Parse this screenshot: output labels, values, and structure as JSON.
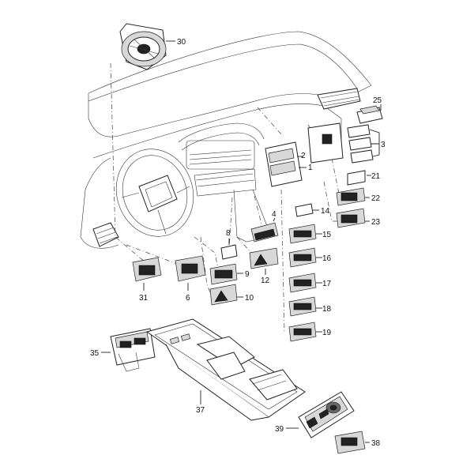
{
  "parts": [
    {
      "id": "p30",
      "label": "30"
    },
    {
      "id": "p25",
      "label": "25"
    },
    {
      "id": "p3",
      "label": "3"
    },
    {
      "id": "p2",
      "label": "2"
    },
    {
      "id": "p1",
      "label": "1"
    },
    {
      "id": "p21",
      "label": "21"
    },
    {
      "id": "p22",
      "label": "22"
    },
    {
      "id": "p23",
      "label": "23"
    },
    {
      "id": "p14",
      "label": "14"
    },
    {
      "id": "p4",
      "label": "4"
    },
    {
      "id": "p15",
      "label": "15"
    },
    {
      "id": "p8",
      "label": "8"
    },
    {
      "id": "p16",
      "label": "16"
    },
    {
      "id": "p12",
      "label": "12"
    },
    {
      "id": "p9",
      "label": "9"
    },
    {
      "id": "p17",
      "label": "17"
    },
    {
      "id": "p31",
      "label": "31"
    },
    {
      "id": "p6",
      "label": "6"
    },
    {
      "id": "p10",
      "label": "10"
    },
    {
      "id": "p18",
      "label": "18"
    },
    {
      "id": "p19",
      "label": "19"
    },
    {
      "id": "p35",
      "label": "35"
    },
    {
      "id": "p37",
      "label": "37"
    },
    {
      "id": "p39",
      "label": "39"
    },
    {
      "id": "p38",
      "label": "38"
    }
  ]
}
